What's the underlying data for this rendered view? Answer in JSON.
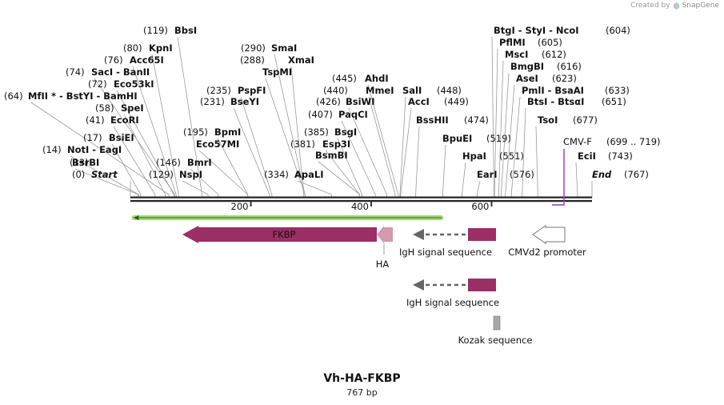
{
  "credit": {
    "prefix": "Created by",
    "brand": "SnapGene"
  },
  "title": "Vh-HA-FKBP",
  "subtitle": "767 bp",
  "colors": {
    "feature_maroon": "#9b2f66",
    "ha_pink": "#d29aab",
    "primer_purple": "#9933cc",
    "translation_green": "#a4d67a",
    "promoter_outline": "#777777",
    "kozak_gray": "#a8a8a8",
    "signal_gray": "#666666"
  },
  "sequence": {
    "length_bp": 767,
    "ruler_ticks": [
      "200",
      "400",
      "600"
    ]
  },
  "enzymes": [
    {
      "pos": "(0)",
      "name": "Start",
      "bp": 0,
      "style": "italic"
    },
    {
      "pos": "(13)",
      "name": "BsrBI",
      "bp": 13
    },
    {
      "pos": "(14)",
      "name": "NotI  -  EagI",
      "bp": 14
    },
    {
      "pos": "(17)",
      "name": "BsiEI",
      "bp": 17
    },
    {
      "pos": "(41)",
      "name": "EcoRI",
      "bp": 41
    },
    {
      "pos": "(58)",
      "name": "SpeI",
      "bp": 58
    },
    {
      "pos": "(64)",
      "name": "MfII *  -  BstYI  -  BamHI",
      "bp": 64
    },
    {
      "pos": "(72)",
      "name": "Eco53kI",
      "bp": 72
    },
    {
      "pos": "(74)",
      "name": "SacI  -  BanII",
      "bp": 74
    },
    {
      "pos": "(76)",
      "name": "Acc65I",
      "bp": 76
    },
    {
      "pos": "(80)",
      "name": "KpnI",
      "bp": 80
    },
    {
      "pos": "(119)",
      "name": "BbsI",
      "bp": 119
    },
    {
      "pos": "(129)",
      "name": "NspI",
      "bp": 129
    },
    {
      "pos": "(146)",
      "name": "BmrI",
      "bp": 146
    },
    {
      "pos": "(195)",
      "name": "BpmI",
      "bp": 195
    },
    {
      "pos": "",
      "name": "Eco57MI",
      "bp": 195
    },
    {
      "pos": "(231)",
      "name": "BseYI",
      "bp": 231
    },
    {
      "pos": "(235)",
      "name": "PspFI",
      "bp": 235
    },
    {
      "pos": "(288)",
      "name": "XmaI",
      "bp": 288
    },
    {
      "pos": "(290)",
      "name": "SmaI",
      "bp": 290
    },
    {
      "pos": "",
      "name": "TspMI",
      "bp": 290
    },
    {
      "pos": "(334)",
      "name": "ApaLI",
      "bp": 334
    },
    {
      "pos": "(381)",
      "name": "Esp3I",
      "bp": 381
    },
    {
      "pos": "",
      "name": "BsmBI",
      "bp": 381
    },
    {
      "pos": "(385)",
      "name": "BsgI",
      "bp": 385
    },
    {
      "pos": "(407)",
      "name": "PaqCI",
      "bp": 407
    },
    {
      "pos": "(426)",
      "name": "BsiWI",
      "bp": 426
    },
    {
      "pos": "(440)",
      "name": "MmeI",
      "bp": 440
    },
    {
      "pos": "(445)",
      "name": "AhdI",
      "bp": 445
    },
    {
      "pos": "(448)",
      "name": "SalI",
      "bp": 448
    },
    {
      "pos": "(449)",
      "name": "AccI",
      "bp": 449
    },
    {
      "pos": "(474)",
      "name": "BssHII",
      "bp": 474
    },
    {
      "pos": "(519)",
      "name": "BpuEI",
      "bp": 519
    },
    {
      "pos": "(551)",
      "name": "HpaI",
      "bp": 551
    },
    {
      "pos": "(576)",
      "name": "EarI",
      "bp": 576
    },
    {
      "pos": "(604)",
      "name": "BtgI  -  StyI  -  NcoI",
      "bp": 604
    },
    {
      "pos": "(605)",
      "name": "PflMI",
      "bp": 605
    },
    {
      "pos": "(612)",
      "name": "MscI",
      "bp": 612
    },
    {
      "pos": "(616)",
      "name": "BmgBI",
      "bp": 616
    },
    {
      "pos": "(623)",
      "name": "AseI",
      "bp": 623
    },
    {
      "pos": "(633)",
      "name": "PmlI  -  BsaAI",
      "bp": 633
    },
    {
      "pos": "(651)",
      "name": "BtsI  -  BtsαI",
      "bp": 651
    },
    {
      "pos": "(677)",
      "name": "TsoI",
      "bp": 677
    },
    {
      "pos": "(743)",
      "name": "EciI",
      "bp": 743
    },
    {
      "pos": "(767)",
      "name": "End",
      "bp": 767,
      "style": "italic"
    }
  ],
  "features": [
    {
      "name": "FKBP",
      "start": 90,
      "end": 422,
      "direction": "reverse",
      "type": "cds",
      "color": "#9b2f66",
      "label_inside": true
    },
    {
      "name": "HA",
      "start": 422,
      "end": 449,
      "direction": "reverse",
      "type": "tag",
      "color": "#d29aab"
    },
    {
      "name": "IgH signal sequence",
      "start": 473,
      "end": 612,
      "direction": "reverse",
      "type": "signal",
      "color": "#9b2f66"
    },
    {
      "name": "CMVd2 promoter",
      "start": 672,
      "end": 727,
      "direction": "reverse",
      "type": "promoter",
      "color": "#ffffff"
    },
    {
      "name": "IgH signal sequence",
      "start": 473,
      "end": 612,
      "direction": "reverse",
      "type": "signal",
      "color": "#9b2f66"
    },
    {
      "name": "Kozak sequence",
      "start": 606,
      "end": 612,
      "direction": "none",
      "type": "kozak",
      "color": "#a8a8a8"
    }
  ],
  "primer": {
    "name": "CMV-F",
    "range": "(699 .. 719)",
    "start": 699,
    "end": 719,
    "direction": "forward"
  },
  "translation": {
    "start": 2,
    "end": 520,
    "direction": "reverse",
    "color": "#a4d67a"
  }
}
